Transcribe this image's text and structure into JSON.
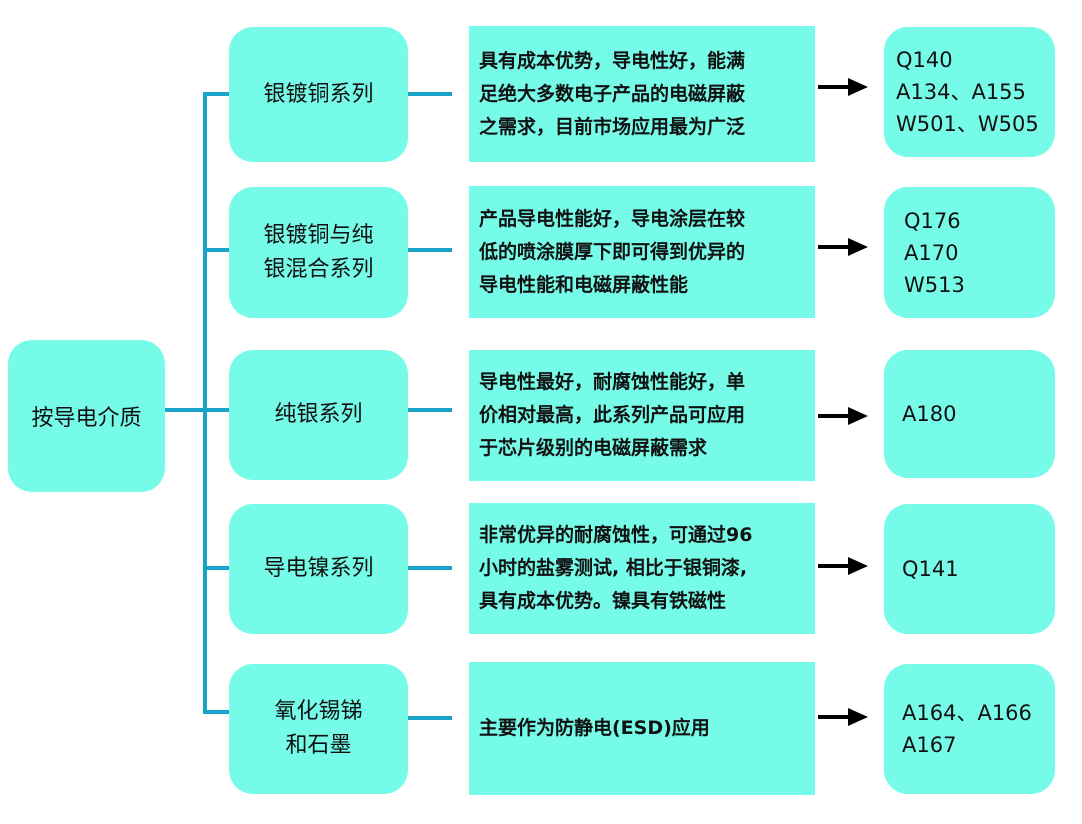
{
  "root": {
    "label": "按导电介质"
  },
  "rows": [
    {
      "category": [
        "银镀铜系列"
      ],
      "description": [
        "具有成本优势，导电性好，能满",
        "足绝大多数电子产品的电磁屏蔽",
        "之需求，目前市场应用最为广泛"
      ],
      "codes": [
        "Q140",
        "A134、A155",
        "W501、W505"
      ]
    },
    {
      "category": [
        "银镀铜与纯",
        "银混合系列"
      ],
      "description": [
        "产品导电性能好，导电涂层在较",
        "低的喷涂膜厚下即可得到优异的",
        "导电性能和电磁屏蔽性能"
      ],
      "codes": [
        "Q176",
        "A170",
        "W513"
      ]
    },
    {
      "category": [
        "纯银系列"
      ],
      "description": [
        "导电性最好，耐腐蚀性能好，单",
        "价相对最高，此系列产品可应用",
        "于芯片级别的电磁屏蔽需求"
      ],
      "codes": [
        "A180"
      ]
    },
    {
      "category": [
        "导电镍系列"
      ],
      "description": [
        "非常优异的耐腐蚀性，可通过96",
        "小时的盐雾测试, 相比于银铜漆,",
        "具有成本优势。镍具有铁磁性"
      ],
      "codes": [
        "Q141"
      ]
    },
    {
      "category": [
        "氧化锡锑",
        "和石墨"
      ],
      "description": [
        "主要作为防静电(ESD)应用"
      ],
      "codes": [
        "A164、A166",
        "A167"
      ]
    }
  ],
  "colors": {
    "box_fill": "#76fbe9",
    "connector": "#1aa3c9",
    "arrow": "#000000"
  }
}
